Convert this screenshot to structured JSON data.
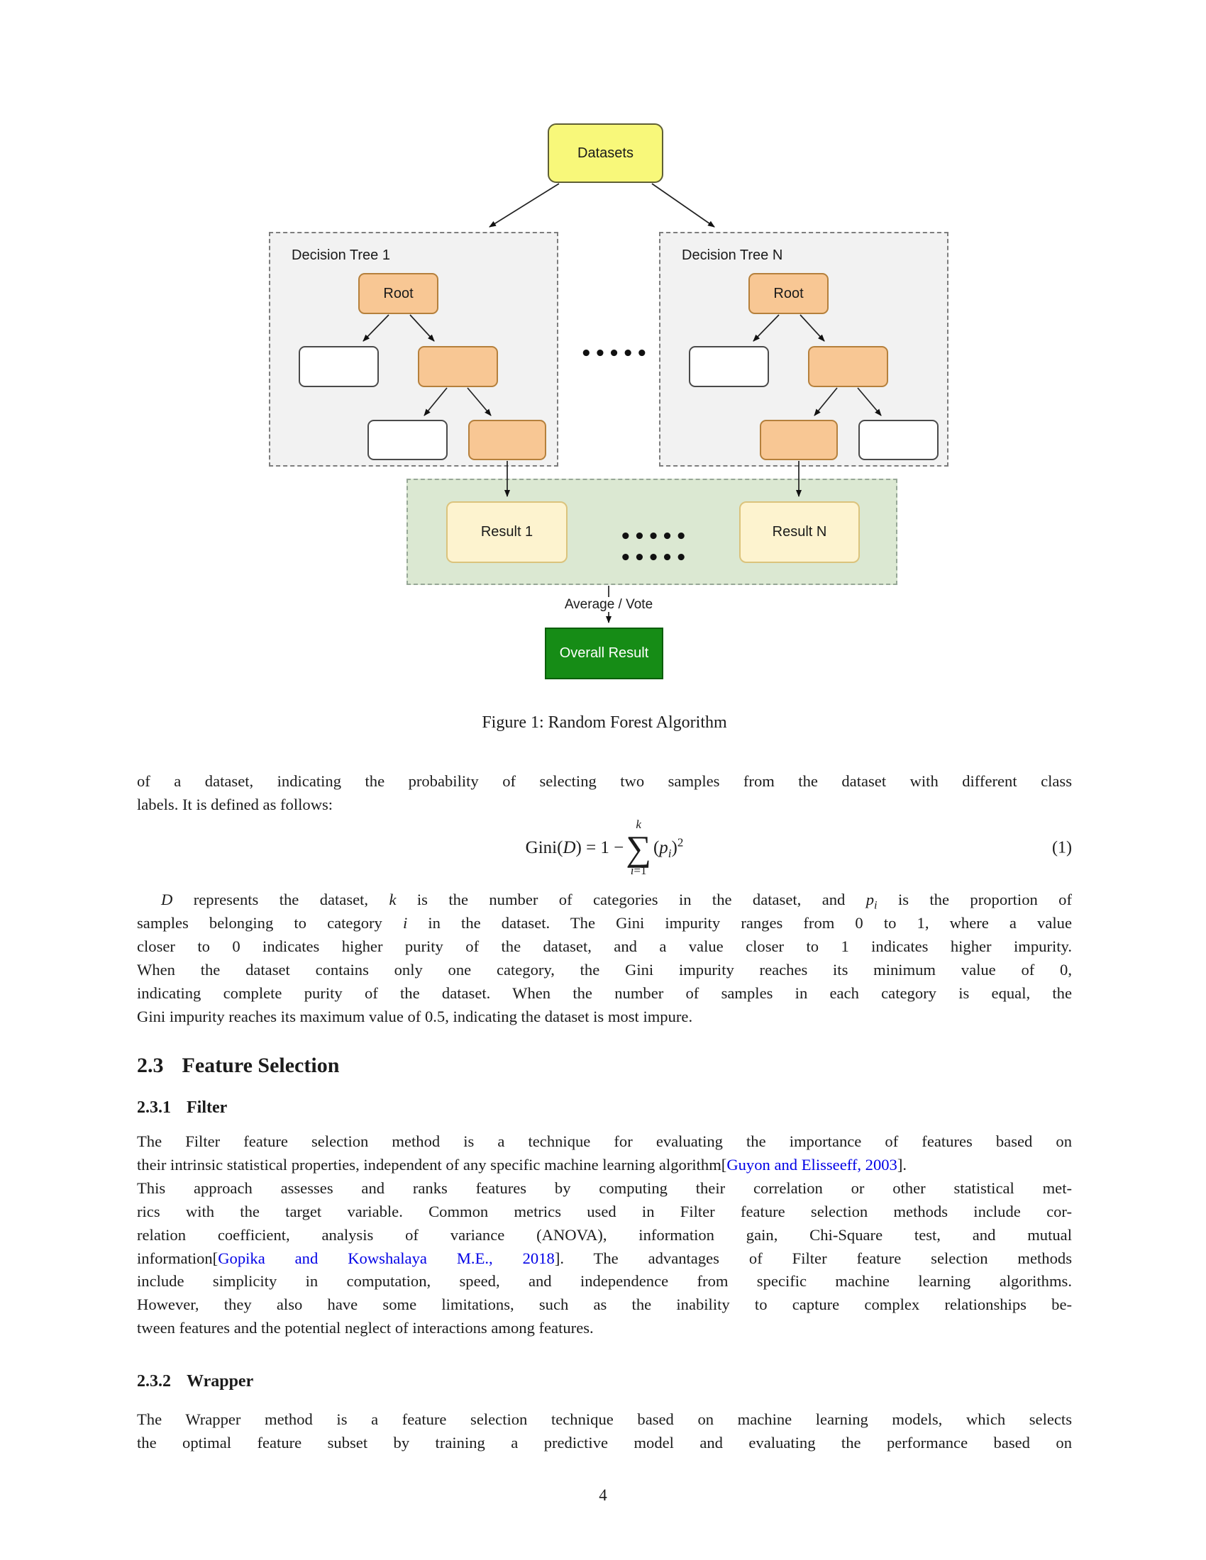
{
  "page": {
    "number": "4"
  },
  "figure": {
    "caption": "Figure 1: Random Forest Algorithm",
    "datasets_label": "Datasets",
    "tree1_label": "Decision Tree 1",
    "treeN_label": "Decision Tree N",
    "root_label": "Root",
    "result1_label": "Result 1",
    "resultN_label": "Result N",
    "average_label": "Average / Vote",
    "overall_label": "Overall Result",
    "dots5": "•••••",
    "dots10": "••••• •••••",
    "colors": {
      "dataset_fill": "#f8f87a",
      "internal_node_fill": "#f8c794",
      "panel_fill": "#f2f2f2",
      "band_fill": "#dbe8d2",
      "result_fill": "#fdf3cf",
      "overall_fill": "#168c16",
      "link_blue": "#0000e6"
    }
  },
  "sections": {
    "s23": {
      "num": "2.3",
      "title": "Feature Selection"
    },
    "s231": {
      "num": "2.3.1",
      "title": "Filter"
    },
    "s232": {
      "num": "2.3.2",
      "title": "Wrapper"
    }
  },
  "equation": {
    "fn": "Gini(",
    "var": "D",
    "mid": ") = 1 − ",
    "sum_sup": "k",
    "sigma": "∑",
    "sub_i": "i",
    "sub_eq": "=1",
    "open": "(",
    "p": "p",
    "p_sub": "i",
    "close": ")",
    "sup": "2",
    "number": "(1)"
  },
  "body": {
    "para1": [
      {
        "jl": true,
        "seg": [
          {
            "t": "of a dataset, indicating the probability of selecting two samples from the dataset with different class"
          }
        ]
      },
      {
        "jl": false,
        "seg": [
          {
            "t": "labels. It is defined as follows:"
          }
        ]
      }
    ],
    "para2": [
      {
        "jl": true,
        "ind": true,
        "seg": [
          {
            "t": "D",
            "i": true
          },
          {
            "t": " represents the dataset, "
          },
          {
            "t": "k",
            "i": true
          },
          {
            "t": " is the number of categories in the dataset, and "
          },
          {
            "t": "p",
            "i": true
          },
          {
            "t": "i",
            "i": true,
            "sub": true
          },
          {
            "t": " is the proportion of"
          }
        ]
      },
      {
        "jl": true,
        "seg": [
          {
            "t": "samples belonging to category "
          },
          {
            "t": "i",
            "i": true
          },
          {
            "t": " in the dataset. The Gini impurity ranges from 0 to 1, where a value"
          }
        ]
      },
      {
        "jl": true,
        "seg": [
          {
            "t": "closer to 0 indicates higher purity of the dataset, and a value closer to 1 indicates higher impurity."
          }
        ]
      },
      {
        "jl": true,
        "seg": [
          {
            "t": "When the dataset contains only one category, the Gini impurity reaches its minimum value of 0,"
          }
        ]
      },
      {
        "jl": true,
        "seg": [
          {
            "t": "indicating complete purity of the dataset. When the number of samples in each category is equal, the"
          }
        ]
      },
      {
        "jl": false,
        "seg": [
          {
            "t": "Gini impurity reaches its maximum value of 0.5, indicating the dataset is most impure."
          }
        ]
      }
    ],
    "para3": [
      {
        "jl": true,
        "seg": [
          {
            "t": "The Filter feature selection method is a technique for evaluating the importance of features based on"
          }
        ]
      },
      {
        "jl": false,
        "nowrap": true,
        "seg": [
          {
            "t": "their intrinsic statistical properties, independent of any specific machine learning algorithm["
          },
          {
            "t": "Guyon and Elisseeff, 2003",
            "link": true
          },
          {
            "t": "]."
          }
        ]
      },
      {
        "jl": true,
        "seg": [
          {
            "t": "This approach assesses and ranks features by computing their correlation or other statistical met-"
          }
        ]
      },
      {
        "jl": true,
        "seg": [
          {
            "t": "rics with the target variable. Common metrics used in Filter feature selection methods include cor-"
          }
        ]
      },
      {
        "jl": true,
        "seg": [
          {
            "t": "relation coefficient, analysis of variance (ANOVA), information gain, Chi-Square test, and mutual"
          }
        ]
      },
      {
        "jl": true,
        "seg": [
          {
            "t": "information["
          },
          {
            "t": "Gopika and Kowshalaya M.E., 2018",
            "link": true
          },
          {
            "t": "]. The advantages of Filter feature selection methods"
          }
        ]
      },
      {
        "jl": true,
        "seg": [
          {
            "t": "include simplicity in computation, speed, and independence from specific machine learning algorithms."
          }
        ]
      },
      {
        "jl": true,
        "seg": [
          {
            "t": "However, they also have some limitations, such as the inability to capture complex relationships be-"
          }
        ]
      },
      {
        "jl": false,
        "seg": [
          {
            "t": "tween features and the potential neglect of interactions among features."
          }
        ]
      }
    ],
    "para4": [
      {
        "jl": true,
        "seg": [
          {
            "t": "The Wrapper method is a feature selection technique based on machine learning models, which selects"
          }
        ]
      },
      {
        "jl": true,
        "seg": [
          {
            "t": "the optimal feature subset by training a predictive model and evaluating the performance based on"
          }
        ]
      }
    ]
  }
}
